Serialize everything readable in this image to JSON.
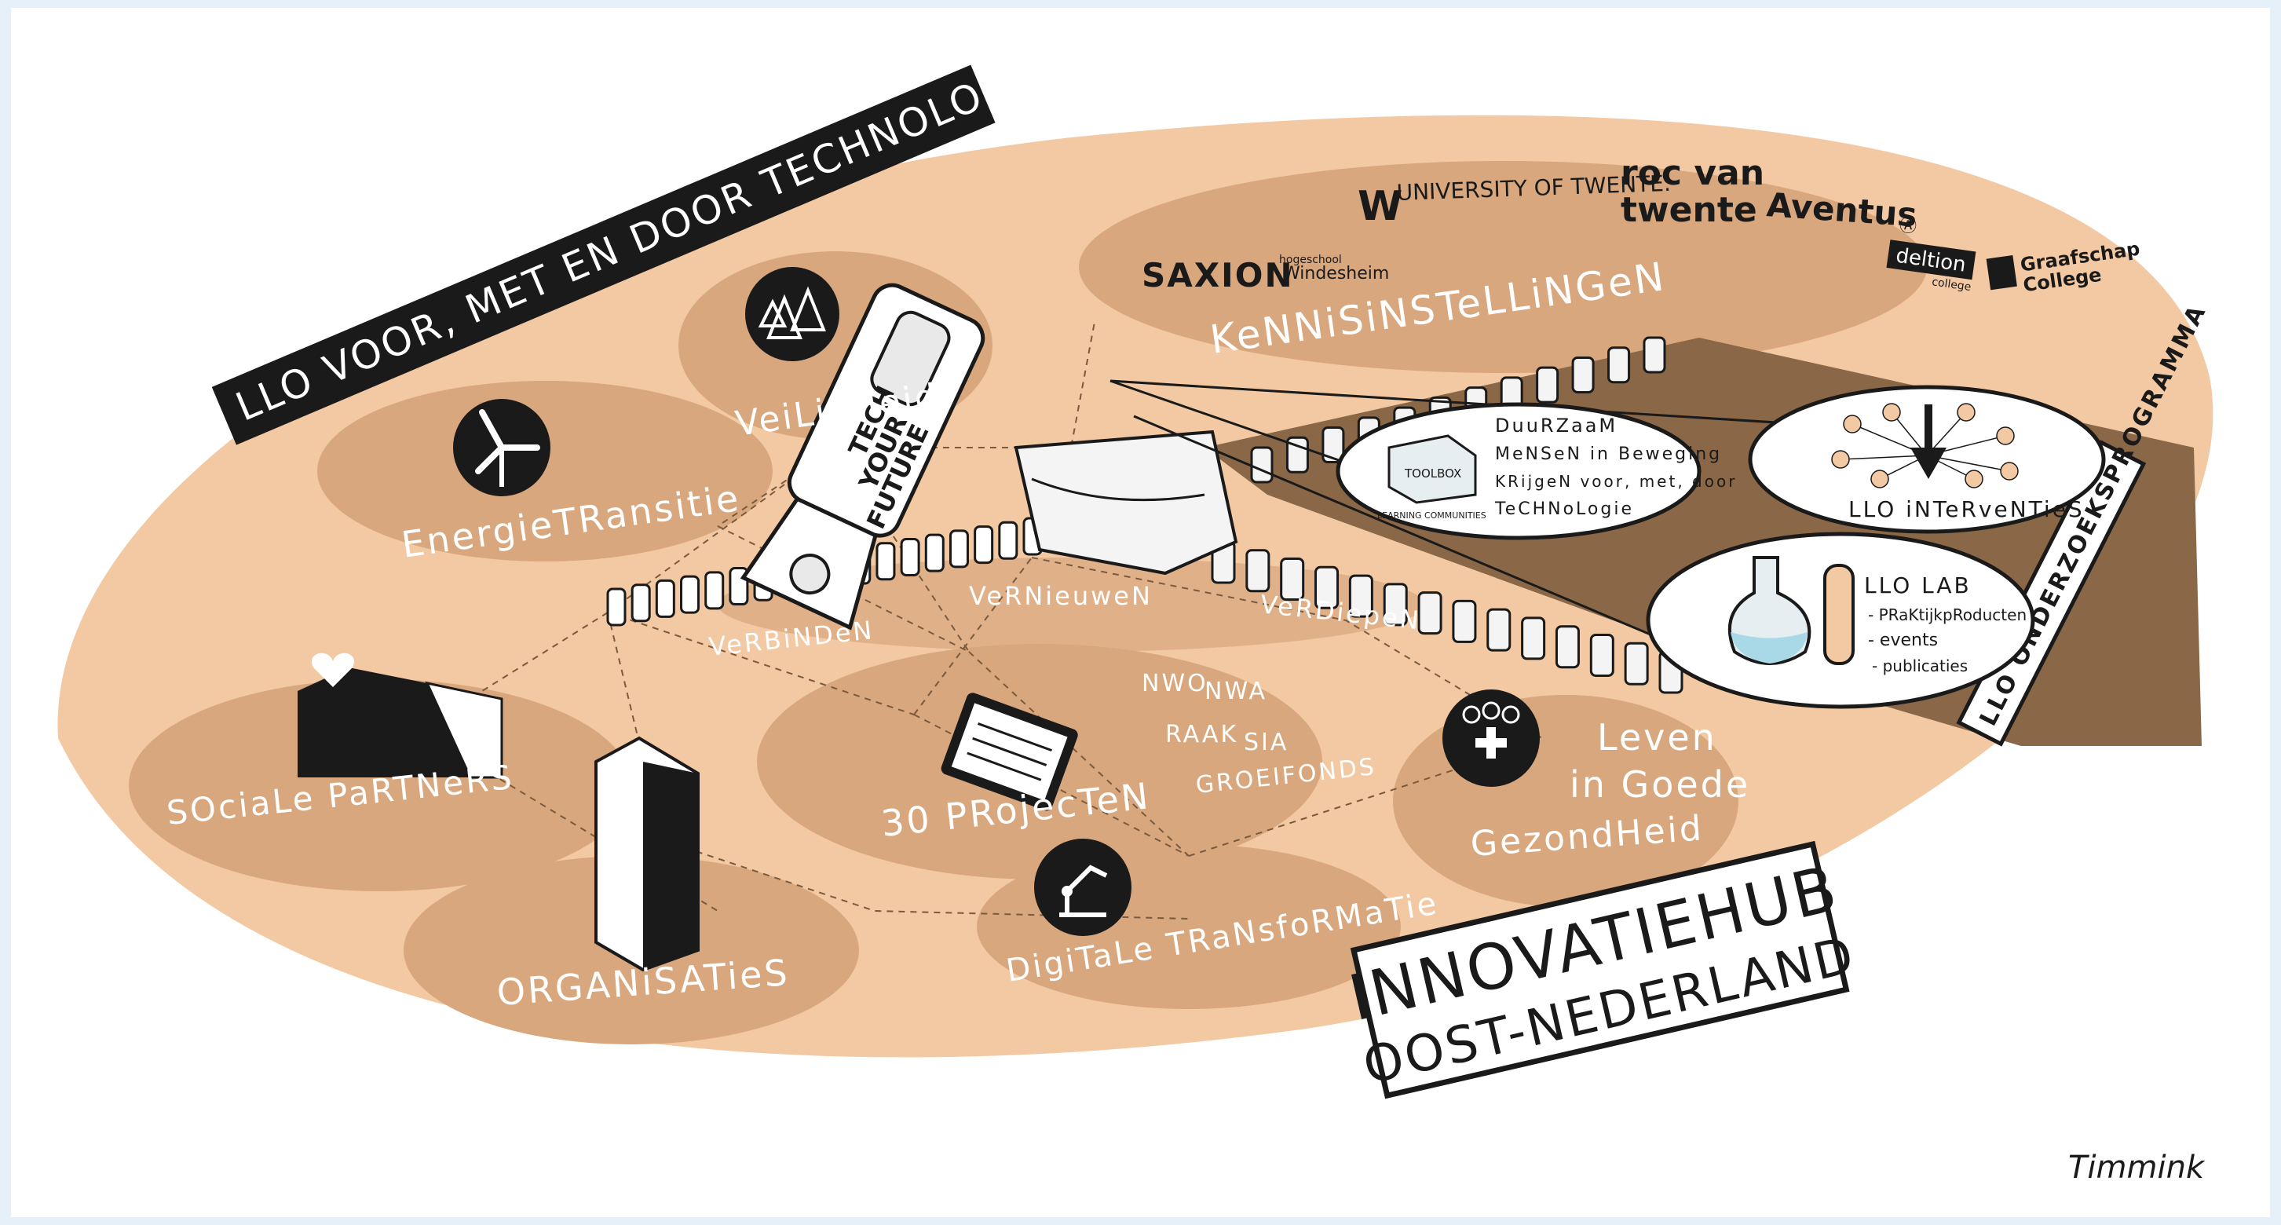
{
  "banner_top": "LLO VOOR, MET EN DOOR TECHNOLOGIE",
  "banner_right": "LLO ONDERZOEKSPROGRAMMA",
  "hub_title_line1": "INNOVATIEHUB",
  "hub_title_line2": "OOST-NEDERLAND",
  "themes": {
    "veiligheid": "VeiLigHeid",
    "energietransitie": "EnergieTRansitie",
    "sociale_partners": "SOciaLe PaRTNeRS",
    "organisaties": "ORGANiSATieS",
    "projecten": "30 PRojecTeN",
    "digitale_transformatie": "DigiTaLe TRaNsfoRMaTie",
    "leven_line1": "Leven",
    "leven_line2": "in Goede",
    "leven_line3": "GezondHeid",
    "kennisinstellingen": "KeNNiSiNSTeLLiNGeN"
  },
  "zipper_words": {
    "verbinden": "VeRBiNDeN",
    "vernieuwen": "VeRNieuweN",
    "verdiepen": "VeRDiepeN"
  },
  "zipper_pull": {
    "line1": "TECH",
    "line2": "YOUR",
    "line3": "FUTURE"
  },
  "funding": [
    "NWO",
    "NWA",
    "RAAK",
    "SIA",
    "GROEIFONDS"
  ],
  "institutions": {
    "saxion": "SAXION",
    "windesheim_small": "hogeschool",
    "windesheim": "Windesheim",
    "utwente": "UNIVERSITY OF TWENTE.",
    "roc_line1": "roc van",
    "roc_line2": "twente",
    "aventus": "Aventus",
    "deltion": "deltion",
    "deltion_small": "college",
    "graafschap_line1": "Graafschap",
    "graafschap_line2": "College"
  },
  "toolbox": {
    "label": "TOOLBOX",
    "sub": "LEARNING COMMUNITIES",
    "text_lines": [
      "DuuRZaaM",
      "MeNSeN in Beweging",
      "KRijgeN voor, met, door",
      "TeCHNoLogie"
    ]
  },
  "interventies": "LLO iNTeRveNTieS",
  "lab": {
    "title": "LLO LAB",
    "items": [
      "- PRaKtijkpRoducten",
      "- events",
      "- publicaties"
    ]
  },
  "signature": "Timmink",
  "colors": {
    "oval": "#f2c9a2",
    "blob": "#d8a77d",
    "brown_panel": "#8a6747",
    "ink": "#1a1a1a",
    "text_light": "#ffffff",
    "liquid": "#a9d8e6"
  }
}
